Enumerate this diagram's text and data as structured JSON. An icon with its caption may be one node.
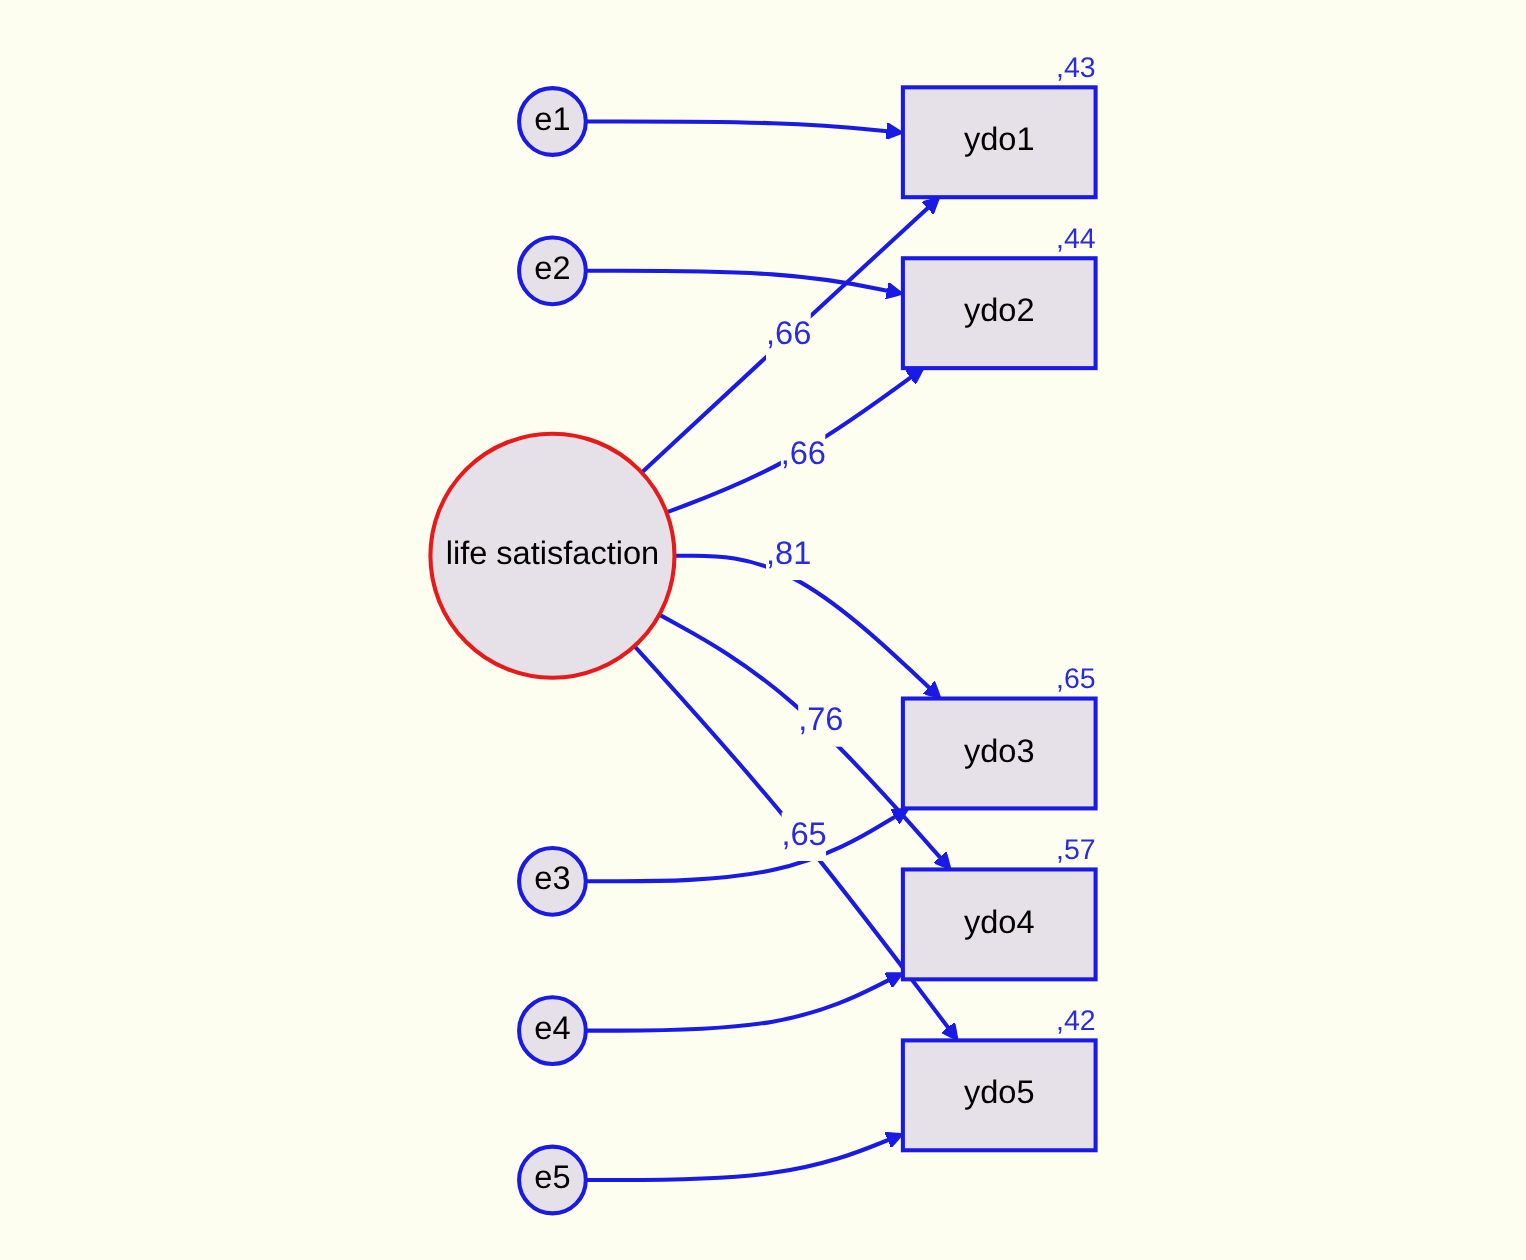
{
  "diagram": {
    "nodes": [
      {
        "text": [
          "life satisfaction"
        ]
      },
      {
        "text": [
          "ydo1"
        ],
        "beside": [
          ",43"
        ]
      },
      {
        "text": [
          "ydo2"
        ],
        "beside": [
          ",44"
        ]
      },
      {
        "text": [
          "ydo3"
        ],
        "beside": [
          ",65"
        ]
      },
      {
        "text": [
          "ydo4"
        ],
        "beside": [
          ",57"
        ]
      },
      {
        "text": [
          "ydo5"
        ],
        "beside": [
          ",42"
        ]
      },
      {
        "text": [
          "e1"
        ]
      },
      {
        "text": [
          "e2"
        ]
      },
      {
        "text": [
          "e3"
        ]
      },
      {
        "text": [
          "e4"
        ]
      },
      {
        "text": [
          "e5"
        ]
      }
    ],
    "edges": [
      {
        "from": 0,
        "to": 1,
        "arrow": "to",
        "label": ",66"
      },
      {
        "from": 0,
        "to": 2,
        "arrow": "to",
        "label": ",66"
      },
      {
        "from": 0,
        "to": 3,
        "arrow": "to",
        "label": ",81"
      },
      {
        "from": 0,
        "to": 4,
        "arrow": "to",
        "label": ",76"
      },
      {
        "from": 0,
        "to": 5,
        "arrow": "to",
        "label": ",65"
      },
      {
        "from": 6,
        "to": 1,
        "arrow": "to"
      },
      {
        "from": 7,
        "to": 2,
        "arrow": "to"
      },
      {
        "from": 8,
        "to": 3,
        "arrow": "to"
      },
      {
        "from": 9,
        "to": 4,
        "arrow": "to"
      },
      {
        "from": 10,
        "to": 5,
        "arrow": "to"
      }
    ]
  }
}
